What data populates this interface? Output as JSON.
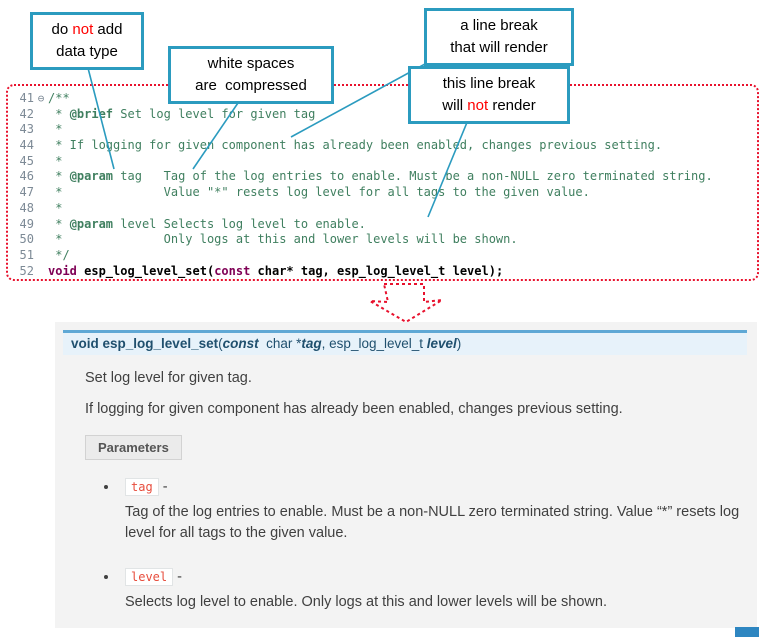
{
  "figure": {
    "callouts": [
      {
        "name": "callout-no-data-type",
        "lines": [
          [
            {
              "t": "do "
            },
            {
              "t": "not",
              "red": true
            },
            {
              "t": " add"
            }
          ],
          [
            {
              "t": "data type"
            }
          ]
        ]
      },
      {
        "name": "callout-whitespace-compressed",
        "lines": [
          [
            {
              "t": "white spaces"
            }
          ],
          [
            {
              "t": "are  compressed"
            }
          ]
        ]
      },
      {
        "name": "callout-line-break-renders",
        "lines": [
          [
            {
              "t": "a line break"
            }
          ],
          [
            {
              "t": "that will render"
            }
          ]
        ]
      },
      {
        "name": "callout-line-break-not-render",
        "lines": [
          [
            {
              "t": "this line break"
            }
          ],
          [
            {
              "t": "will "
            },
            {
              "t": "not",
              "red": true
            },
            {
              "t": " render"
            }
          ]
        ]
      }
    ]
  },
  "editor": {
    "lines": [
      {
        "num": "41",
        "fold": "⊖",
        "segs": [
          {
            "c": "comment",
            "t": "/**"
          }
        ]
      },
      {
        "num": "42",
        "segs": [
          {
            "c": "comment",
            "t": " * "
          },
          {
            "c": "tag",
            "t": "@brief"
          },
          {
            "c": "comment",
            "t": " Set log level for given tag"
          }
        ]
      },
      {
        "num": "43",
        "segs": [
          {
            "c": "comment",
            "t": " *"
          }
        ]
      },
      {
        "num": "44",
        "segs": [
          {
            "c": "comment",
            "t": " * If logging for given component has already been enabled, changes previous setting."
          }
        ]
      },
      {
        "num": "45",
        "segs": [
          {
            "c": "comment",
            "t": " *"
          }
        ]
      },
      {
        "num": "46",
        "segs": [
          {
            "c": "comment",
            "t": " * "
          },
          {
            "c": "tag",
            "t": "@param"
          },
          {
            "c": "comment",
            "t": " tag   Tag of the log entries to enable. Must be a non-NULL zero terminated string."
          }
        ]
      },
      {
        "num": "47",
        "segs": [
          {
            "c": "comment",
            "t": " *              Value \"*\" resets log level for all tags to the given value."
          }
        ]
      },
      {
        "num": "48",
        "segs": [
          {
            "c": "comment",
            "t": " *"
          }
        ]
      },
      {
        "num": "49",
        "segs": [
          {
            "c": "comment",
            "t": " * "
          },
          {
            "c": "tag",
            "t": "@param"
          },
          {
            "c": "comment",
            "t": " level Selects log level to enable."
          }
        ]
      },
      {
        "num": "50",
        "segs": [
          {
            "c": "comment",
            "t": " *              Only logs at this and lower levels will be shown."
          }
        ]
      },
      {
        "num": "51",
        "segs": [
          {
            "c": "comment",
            "t": " */"
          }
        ]
      },
      {
        "num": "52",
        "segs": [
          {
            "c": "kw",
            "t": "void"
          },
          {
            "c": "plain",
            "t": " esp_log_level_set("
          },
          {
            "c": "kw",
            "t": "const"
          },
          {
            "c": "plain",
            "t": " char* tag, esp_log_level_t level);"
          }
        ]
      }
    ]
  },
  "doc": {
    "signature": [
      {
        "t": "void",
        "c": "kw"
      },
      {
        "t": " "
      },
      {
        "t": "esp_log_level_set",
        "c": "name"
      },
      {
        "t": "("
      },
      {
        "t": "const",
        "c": "const"
      },
      {
        "t": "  char *"
      },
      {
        "t": "tag",
        "c": "param"
      },
      {
        "t": ", "
      },
      {
        "t": "esp_log_level_t "
      },
      {
        "t": "level",
        "c": "param"
      },
      {
        "t": ")"
      }
    ],
    "brief": "Set log level for given tag.",
    "details": "If logging for given component has already been enabled, changes previous setting.",
    "parameters_label": "Parameters",
    "params": [
      {
        "name": "tag",
        "dash": " -",
        "desc": "Tag of the log entries to enable. Must be a non-NULL zero terminated string. Value “*” resets log level for all tags to the given value."
      },
      {
        "name": "level",
        "dash": " -",
        "desc": "Selects log level to enable. Only logs at this and lower levels will be shown."
      }
    ]
  },
  "colors": {
    "callout_border": "#2B9BBF",
    "annotation_red": "#FF0000",
    "dotted_outline_red": "#E8112D",
    "comment_green": "#3F7F5F",
    "keyword_purple": "#7F0055",
    "signature_bar_bg": "#E7F2FA",
    "signature_bar_border": "#5FA8D5",
    "doc_panel_bg": "#F3F3F3",
    "literal_red": "#E74C3C"
  }
}
